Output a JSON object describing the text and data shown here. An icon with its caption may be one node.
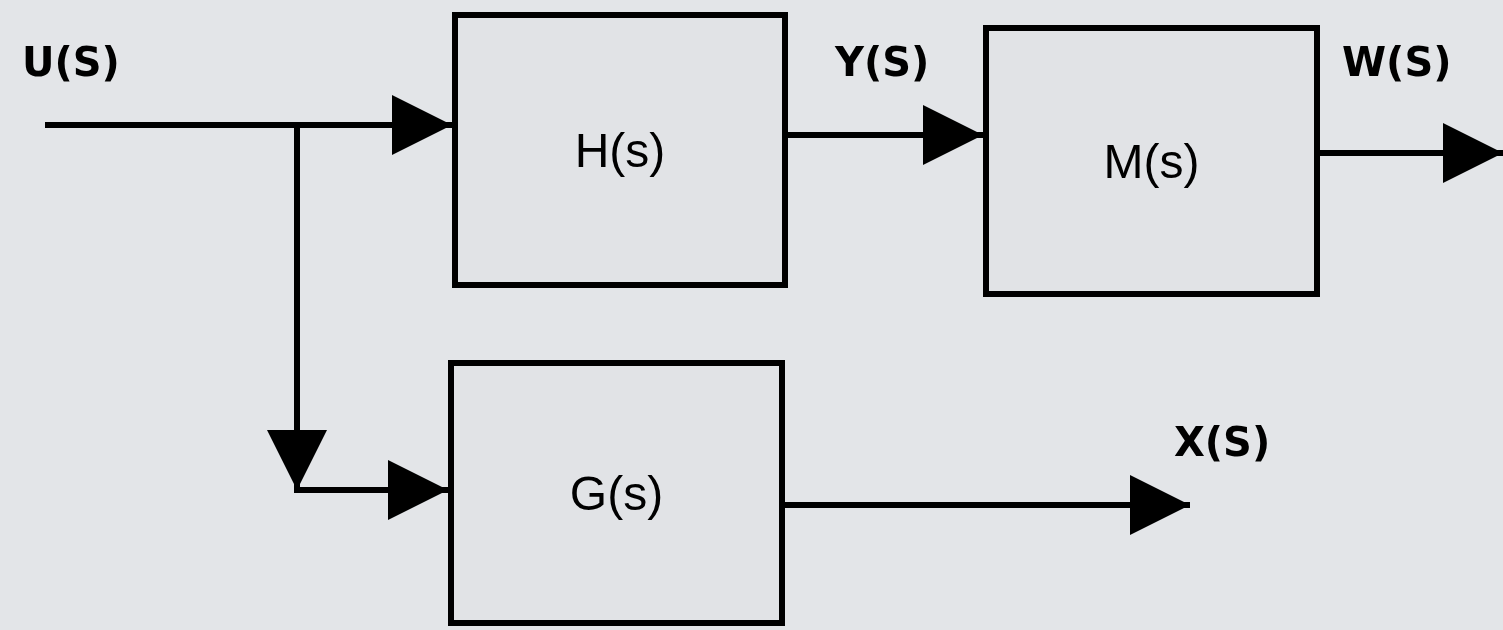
{
  "diagram": {
    "nodes": [
      {
        "text": [
          "H(s)"
        ]
      },
      {
        "text": [
          "M(s)"
        ]
      },
      {
        "text": [
          "G(s)"
        ]
      }
    ],
    "edges": [
      {
        "from": null,
        "to": 0,
        "arrow": "to",
        "label": "U(S)"
      },
      {
        "from": null,
        "to": 2,
        "arrow": "to"
      },
      {
        "from": 0,
        "to": 1,
        "arrow": "to",
        "label": "Y(S)"
      },
      {
        "from": 1,
        "to": null,
        "arrow": "to",
        "label": "W(S)"
      },
      {
        "from": 2,
        "to": null,
        "arrow": "to",
        "label": "X(S)"
      }
    ]
  }
}
